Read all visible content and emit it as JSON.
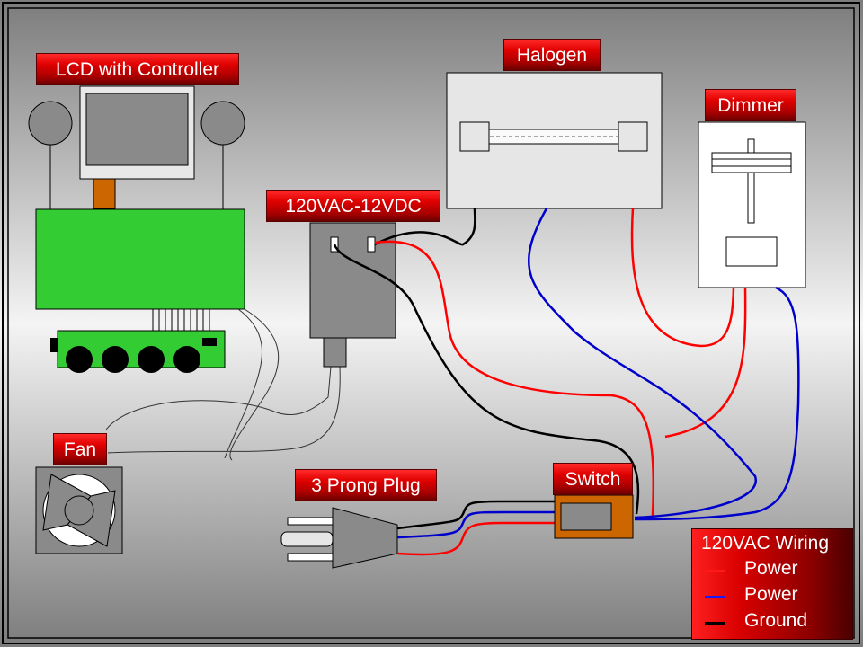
{
  "labels": {
    "lcd": "LCD with Controller",
    "halogen": "Halogen",
    "dimmer": "Dimmer",
    "converter": "120VAC-12VDC",
    "fan": "Fan",
    "plug": "3 Prong Plug",
    "switch": "Switch"
  },
  "legend": {
    "title": "120VAC Wiring",
    "items": [
      {
        "label": "Power",
        "color": "#ff1a1a"
      },
      {
        "label": "Power",
        "color": "#1a1aff"
      },
      {
        "label": "Ground",
        "color": "#000000"
      }
    ]
  },
  "colors": {
    "power_red": "#ff0000",
    "power_blue": "#0000d0",
    "ground": "#000000",
    "pcb_green": "#33cc33",
    "label_red": "#d00000"
  }
}
